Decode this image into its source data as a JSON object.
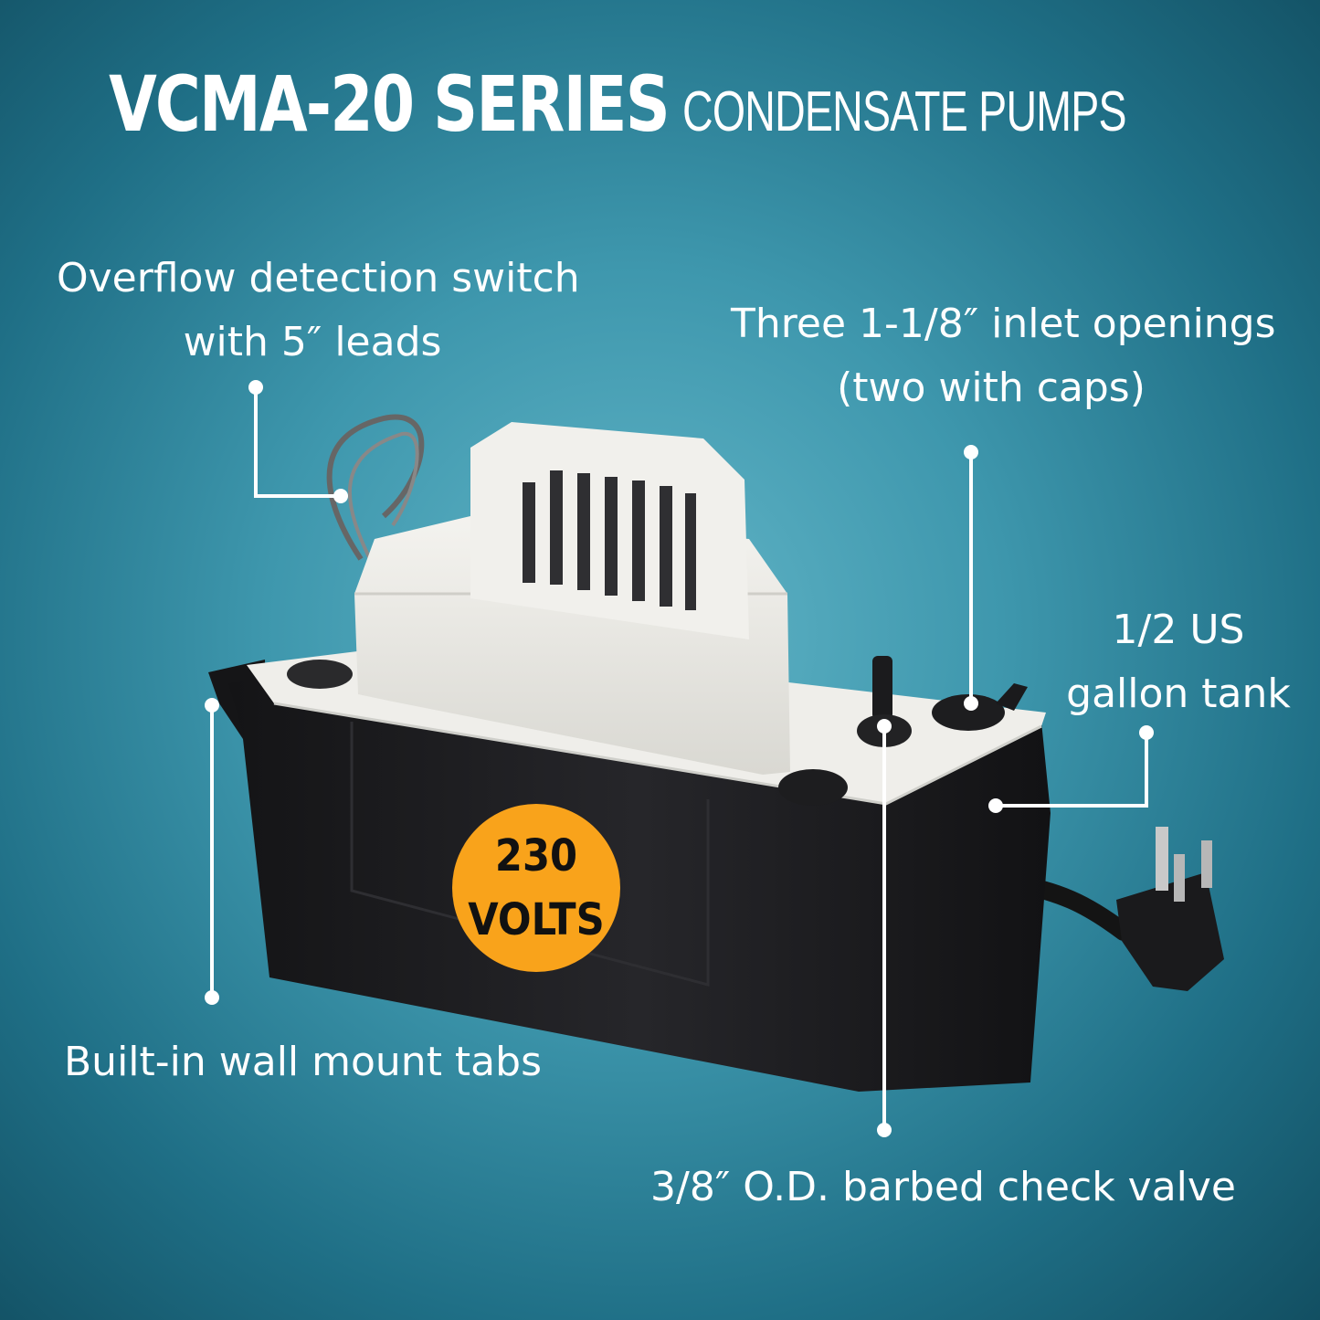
{
  "title": {
    "main": "VCMA-20 SERIES",
    "sub": "CONDENSATE PUMPS"
  },
  "callouts": {
    "overflow_switch": {
      "line1": "Overflow detection switch",
      "line2": "with 5″ leads"
    },
    "inlet_openings": {
      "line1": "Three 1-1/8″ inlet openings",
      "line2": "(two with caps)"
    },
    "tank": {
      "line1": "1/2 US",
      "line2": "gallon tank"
    },
    "wall_mount": {
      "line1": "Built-in wall mount tabs"
    },
    "check_valve": {
      "line1": "3/8″ O.D. barbed check valve"
    }
  },
  "badge": {
    "line1": "230",
    "line2": "VOLTS"
  },
  "colors": {
    "background": "#3e97ad",
    "badge": "#f9a31b",
    "text": "#ffffff",
    "pump_lid": "#ecebe6",
    "pump_tank": "#1b1b1d"
  }
}
